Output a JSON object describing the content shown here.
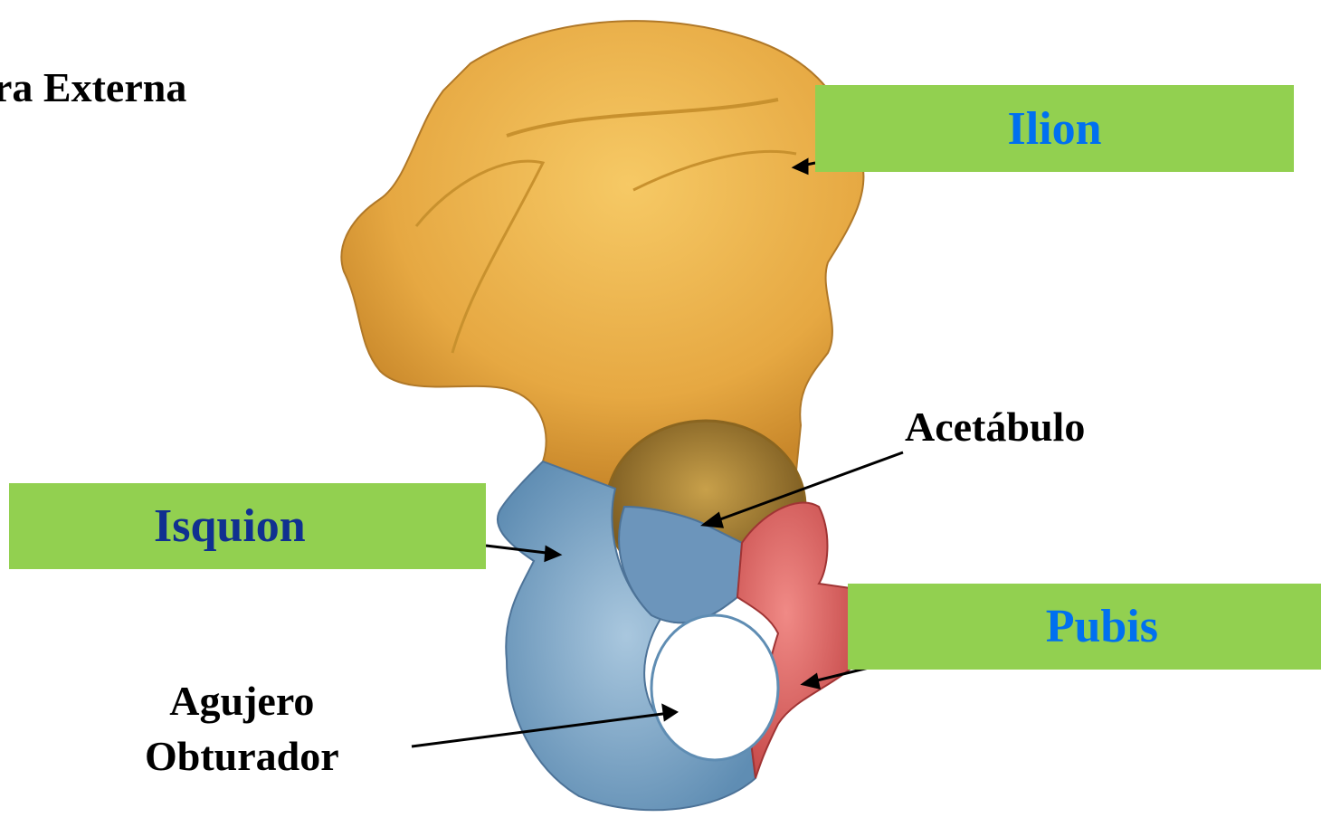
{
  "header": {
    "title": "ara Externa"
  },
  "labels": {
    "ilion": "Ilion",
    "isquion": "Isquion",
    "pubis": "Pubis",
    "acetabulo": "Acetábulo",
    "agujero_line1": "Agujero",
    "agujero_line2": "Obturador"
  },
  "colors": {
    "ilion_bone": "#e8b04a",
    "isquion_bone": "#7fa8c8",
    "pubis_bone": "#d85a5a",
    "label_bg": "#92d050",
    "label_text": "#0070f0"
  }
}
